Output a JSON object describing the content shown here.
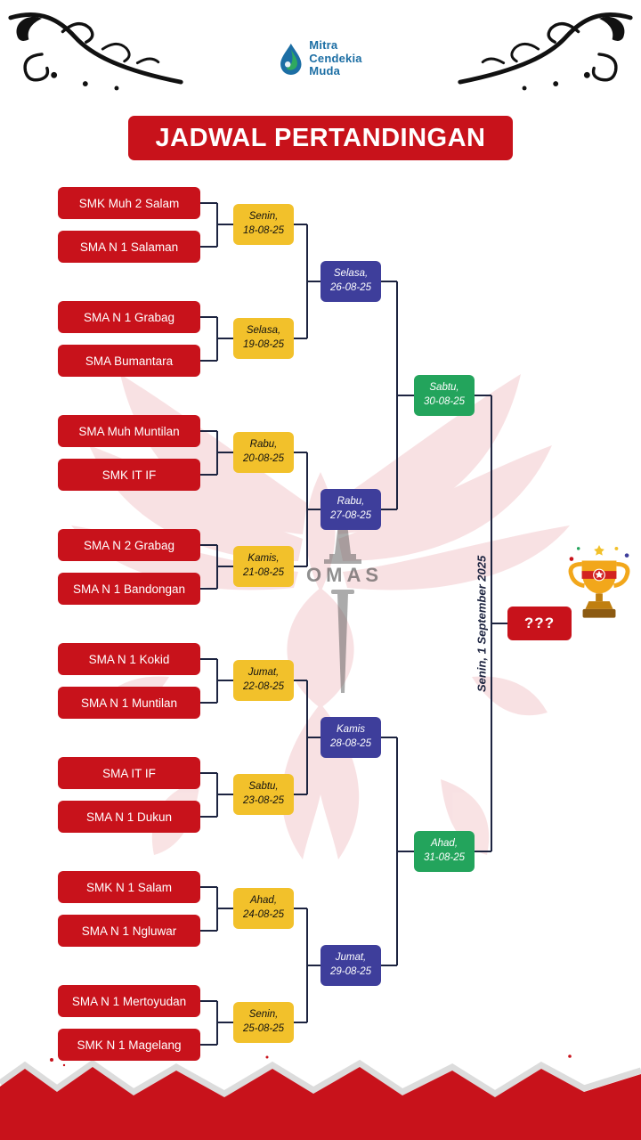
{
  "logo": {
    "line1": "Mitra",
    "line2": "Cendekia",
    "line3": "Muda"
  },
  "title": "JADWAL PERTANDINGAN",
  "colors": {
    "red": "#C8121B",
    "yellow": "#F2C12B",
    "blue": "#3E3E9B",
    "green": "#23A45C",
    "line": "#1d2440",
    "logo_blue": "#1C6EA4",
    "logo_green": "#2FA95F"
  },
  "watermark": {
    "text": "OMAS"
  },
  "round1": [
    {
      "team1": "SMK Muh 2 Salam",
      "team2": "SMA N 1 Salaman",
      "day": "Senin,",
      "date": "18-08-25"
    },
    {
      "team1": "SMA N 1 Grabag",
      "team2": "SMA Bumantara",
      "day": "Selasa,",
      "date": "19-08-25"
    },
    {
      "team1": "SMA Muh Muntilan",
      "team2": "SMK IT IF",
      "day": "Rabu,",
      "date": "20-08-25"
    },
    {
      "team1": "SMA N 2 Grabag",
      "team2": "SMA N 1 Bandongan",
      "day": "Kamis,",
      "date": "21-08-25"
    },
    {
      "team1": "SMA N 1 Kokid",
      "team2": "SMA N 1 Muntilan",
      "day": "Jumat,",
      "date": "22-08-25"
    },
    {
      "team1": "SMA IT IF",
      "team2": "SMA N 1 Dukun",
      "day": "Sabtu,",
      "date": "23-08-25"
    },
    {
      "team1": "SMK N 1 Salam",
      "team2": "SMA N 1 Ngluwar",
      "day": "Ahad,",
      "date": "24-08-25"
    },
    {
      "team1": "SMA N 1 Mertoyudan",
      "team2": "SMK N 1 Magelang",
      "day": "Senin,",
      "date": "25-08-25"
    }
  ],
  "round2": [
    {
      "day": "Selasa,",
      "date": "26-08-25"
    },
    {
      "day": "Rabu,",
      "date": "27-08-25"
    },
    {
      "day": "Kamis",
      "date": "28-08-25"
    },
    {
      "day": "Jumat,",
      "date": "29-08-25"
    }
  ],
  "round3": [
    {
      "day": "Sabtu,",
      "date": "30-08-25"
    },
    {
      "day": "Ahad,",
      "date": "31-08-25"
    }
  ],
  "final": {
    "placeholder": "???",
    "date_vertical": "Senin, 1 September 2025"
  }
}
